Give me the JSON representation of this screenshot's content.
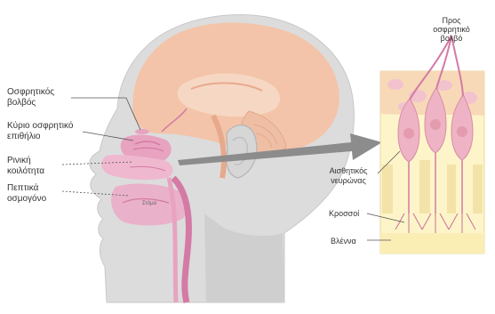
{
  "colors": {
    "head_fill": "#dcdcdc",
    "head_shadow": "#cfcfcf",
    "brain_fill": "#f3c4a9",
    "brain_inner": "#f6d7c3",
    "tissue_pink": "#e8a3c0",
    "tissue_dark": "#d47aa5",
    "panel_bg": "#fdf5c9",
    "panel_cells": "#f2c3ce",
    "nucleus": "#e49aaf",
    "arrow": "#8c8c8c",
    "leader": "#555555"
  },
  "labels": {
    "olfactory_bulb": [
      "Οσφρητικός",
      "βολβός"
    ],
    "main_olfactory_epithelium": [
      "Κύριο οσφρητικό",
      "επιθήλιο"
    ],
    "nasal_cavity": [
      "Ρινική",
      "κοιλότητα"
    ],
    "gustatory_odor": [
      "Πεπτικά",
      "οσμογόνο"
    ],
    "to_olfactory_bulb": [
      "Προς",
      "οσφρητικό",
      "βολβό"
    ],
    "sensory_neurons": [
      "Αισθητικός",
      "νευρώνας"
    ],
    "cilia": "Κροσσοί",
    "mucus": "Βλέννα",
    "small_inner": "Στόμα"
  },
  "icons": [
    "zoom-arrow-icon"
  ]
}
